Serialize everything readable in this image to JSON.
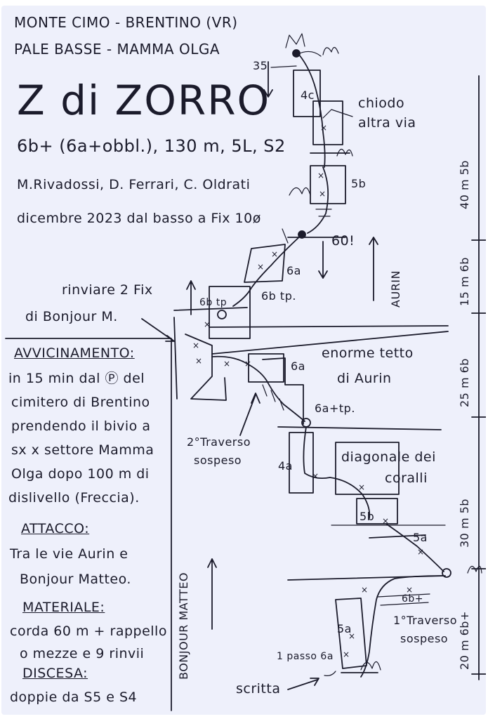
{
  "header": {
    "location": "MONTE CIMO - BRENTINO (VR)",
    "sector": "PALE BASSE - MAMMA OLGA",
    "title": "Z di ZORRO",
    "grade_line": "6b+ (6a+obbl.), 130 m, 5L, S2",
    "authors": "M.Rivadossi, D. Ferrari, C. Oldrati",
    "date_line": "dicembre 2023 dal basso a Fix 10ø"
  },
  "approach": {
    "heading": "AVVICINAMENTO:",
    "lines": [
      "in 15 min dal Ⓟ del",
      "cimitero di Brentino",
      "prendendo il bivio a",
      "sx x settore Mamma",
      "Olga dopo 100 m di",
      "dislivello (Freccia)."
    ]
  },
  "attacco": {
    "heading": "ATTACCO:",
    "lines": [
      "Tra le vie Aurin e",
      "Bonjour Matteo."
    ]
  },
  "materiale": {
    "heading": "MATERIALE:",
    "lines": [
      "corda 60 m + rappello",
      "o mezze e 9 rinvii"
    ]
  },
  "discesa": {
    "heading": "DISCESA:",
    "lines": [
      "doppie da S5 e S4"
    ]
  },
  "topo_labels": {
    "s5": "35",
    "chiodo": [
      "chiodo",
      "altra via"
    ],
    "rinviare": [
      "rinviare 2 Fix",
      "di Bonjour M."
    ],
    "aurin": "AURIN",
    "tetto": [
      "enorme tetto",
      "di Aurin"
    ],
    "traverso2": [
      "2°Traverso",
      "sospeso"
    ],
    "diagonale": [
      "diagonale dei",
      "coralli"
    ],
    "bonjour": "BONJOUR MATTEO",
    "traverso1": [
      "1°Traverso",
      "sospeso"
    ],
    "passo": "1 passo 6a",
    "scritta": "scritta",
    "sixty": "60!",
    "grades": {
      "g4c": "4c",
      "g5b_top": "5b",
      "g6a_upper": "6a",
      "g6b_tp": "6b tp.",
      "g6b_tp_left": "6b tp",
      "g6a_tetto": "6a",
      "g6a_plus_tp": "6a+tp.",
      "g4a": "4a",
      "g5b_mid": "5b",
      "g5a_right": "5a",
      "g6b_plus": "6b+",
      "g5a_low": "5a"
    }
  },
  "pitches": [
    "40 m 5b",
    "15 m 6b",
    "25 m 6b",
    "30 m 5b",
    "20 m 6b+"
  ]
}
